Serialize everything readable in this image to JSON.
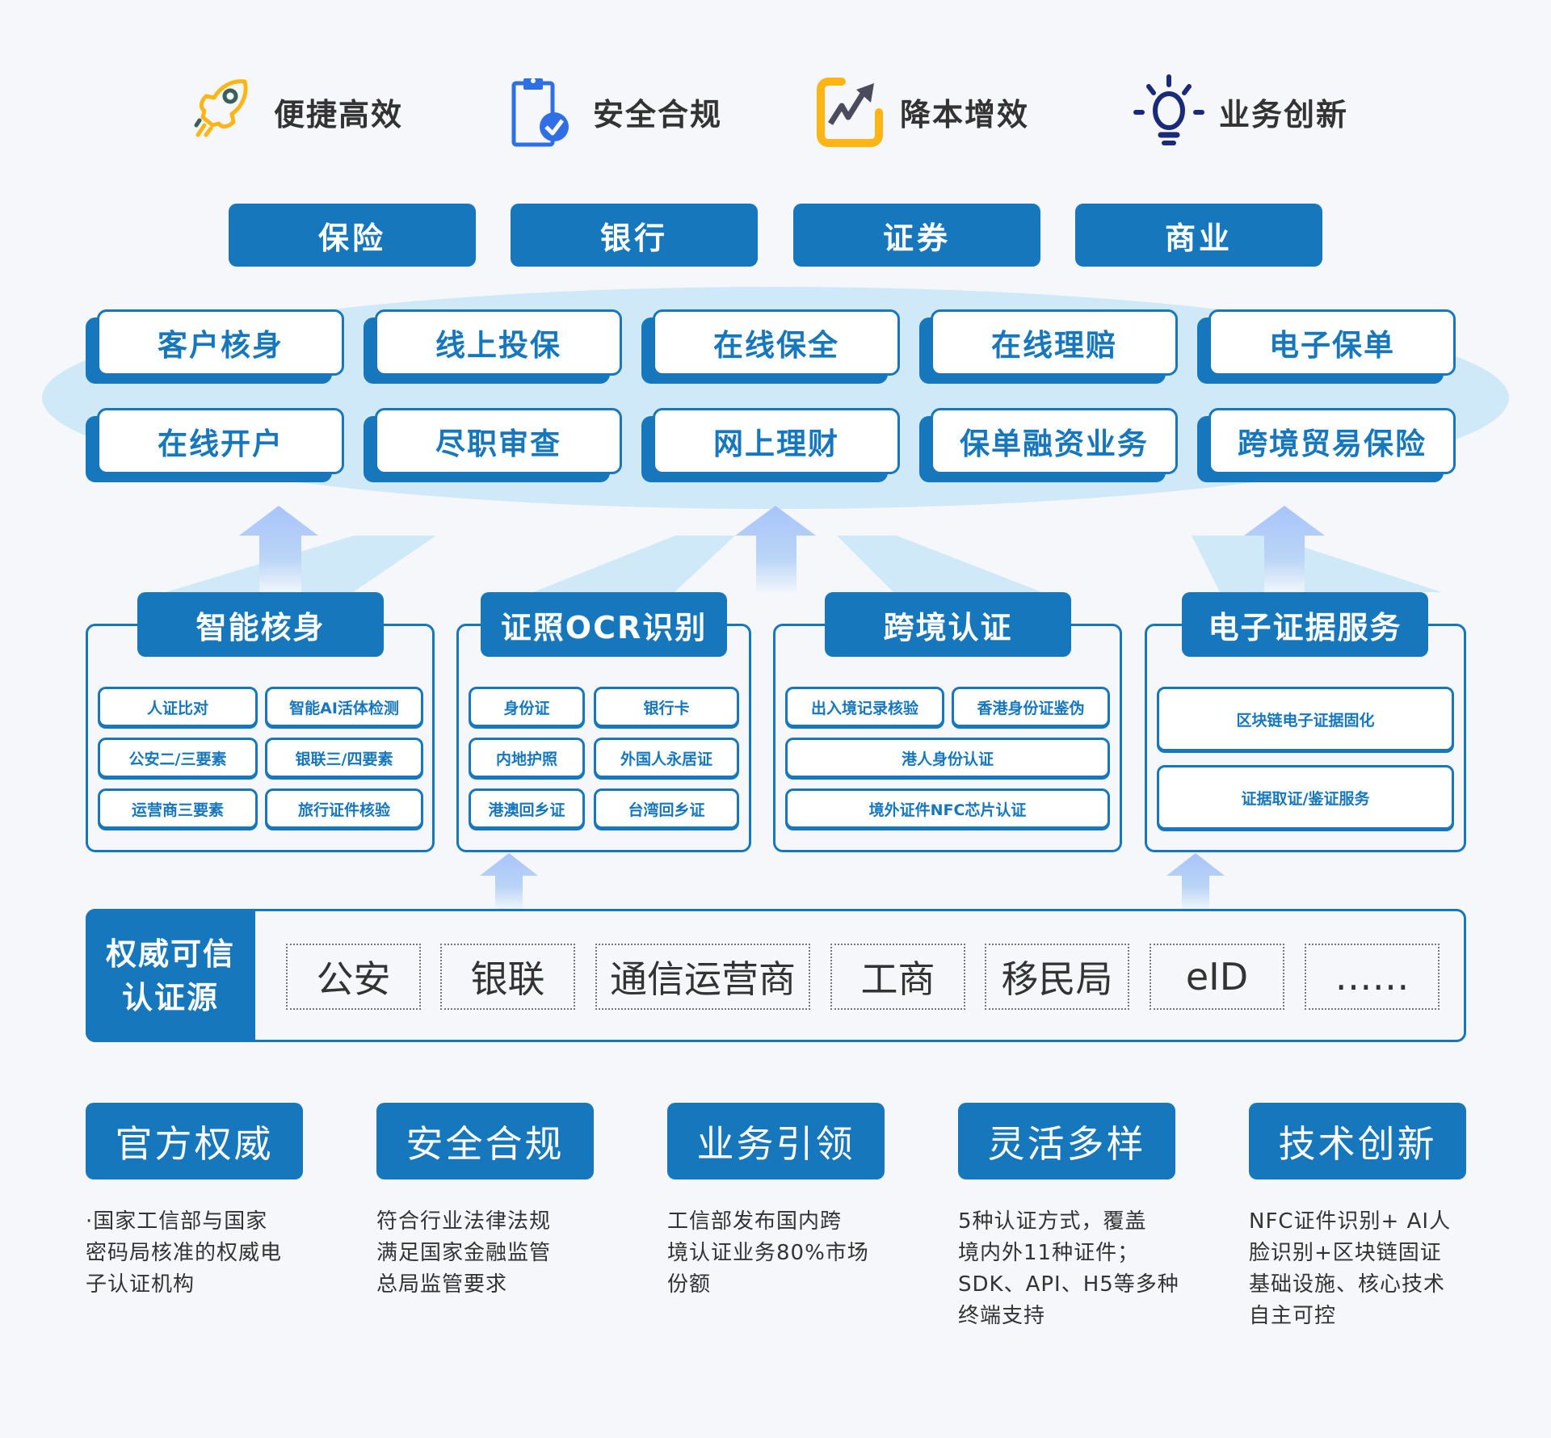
{
  "features": [
    {
      "label": "便捷高效",
      "icon": "rocket-icon",
      "color": "#fbb615"
    },
    {
      "label": "安全合规",
      "icon": "clipboard-check-icon",
      "color": "#2f6fe6"
    },
    {
      "label": "降本增效",
      "icon": "trend-chart-icon",
      "color": "#fbb615"
    },
    {
      "label": "业务创新",
      "icon": "lightbulb-icon",
      "color": "#1a2a78"
    }
  ],
  "industries": [
    "保险",
    "银行",
    "证券",
    "商业"
  ],
  "services": [
    [
      "客户核身",
      "线上投保",
      "在线保全",
      "在线理赔",
      "电子保单"
    ],
    [
      "在线开户",
      "尽职审查",
      "网上理财",
      "保单融资业务",
      "跨境贸易保险"
    ]
  ],
  "categories": [
    {
      "title": "智能核身",
      "items": [
        "人证比对",
        "智能AI活体检测",
        "公安二/三要素",
        "银联三/四要素",
        "运营商三要素",
        "旅行证件核验"
      ]
    },
    {
      "title": "证照OCR识别",
      "items": [
        "身份证",
        "银行卡",
        "内地护照",
        "外国人永居证",
        "港澳回乡证",
        "台湾回乡证"
      ]
    },
    {
      "title": "跨境认证",
      "items": [
        "出入境记录核验",
        "香港身份证鉴伪",
        "港人身份认证",
        "境外证件NFC芯片认证"
      ]
    },
    {
      "title": "电子证据服务",
      "items": [
        "区块链电子证据固化",
        "证据取证/鉴证服务"
      ]
    }
  ],
  "sources": {
    "label_line1": "权威可信",
    "label_line2": "认证源",
    "items": [
      "公安",
      "银联",
      "通信运营商",
      "工商",
      "移民局",
      "eID",
      "……"
    ]
  },
  "advantages": [
    {
      "title": "官方权威",
      "desc": "·国家工信部与国家\n密码局核准的权威电\n子认证机构"
    },
    {
      "title": "安全合规",
      "desc": " 符合行业法律法规\n 满足国家金融监管\n总局监管要求"
    },
    {
      "title": "业务引领",
      "desc": " 工信部发布国内跨\n境认证业务80%市场\n份额"
    },
    {
      "title": "灵活多样",
      "desc": " 5种认证方式，覆盖\n境内外11种证件；\n SDK、API、H5等多种\n终端支持"
    },
    {
      "title": "技术创新",
      "desc": " NFC证件识别+ AI人\n脸识别+区块链固证\n 基础设施、核心技术\n自主可控"
    }
  ],
  "colors": {
    "primary": "#1677bd",
    "ellipse": "#cfe9f9",
    "arrow": "#a9c4fb",
    "background": "#f5f7fb"
  }
}
